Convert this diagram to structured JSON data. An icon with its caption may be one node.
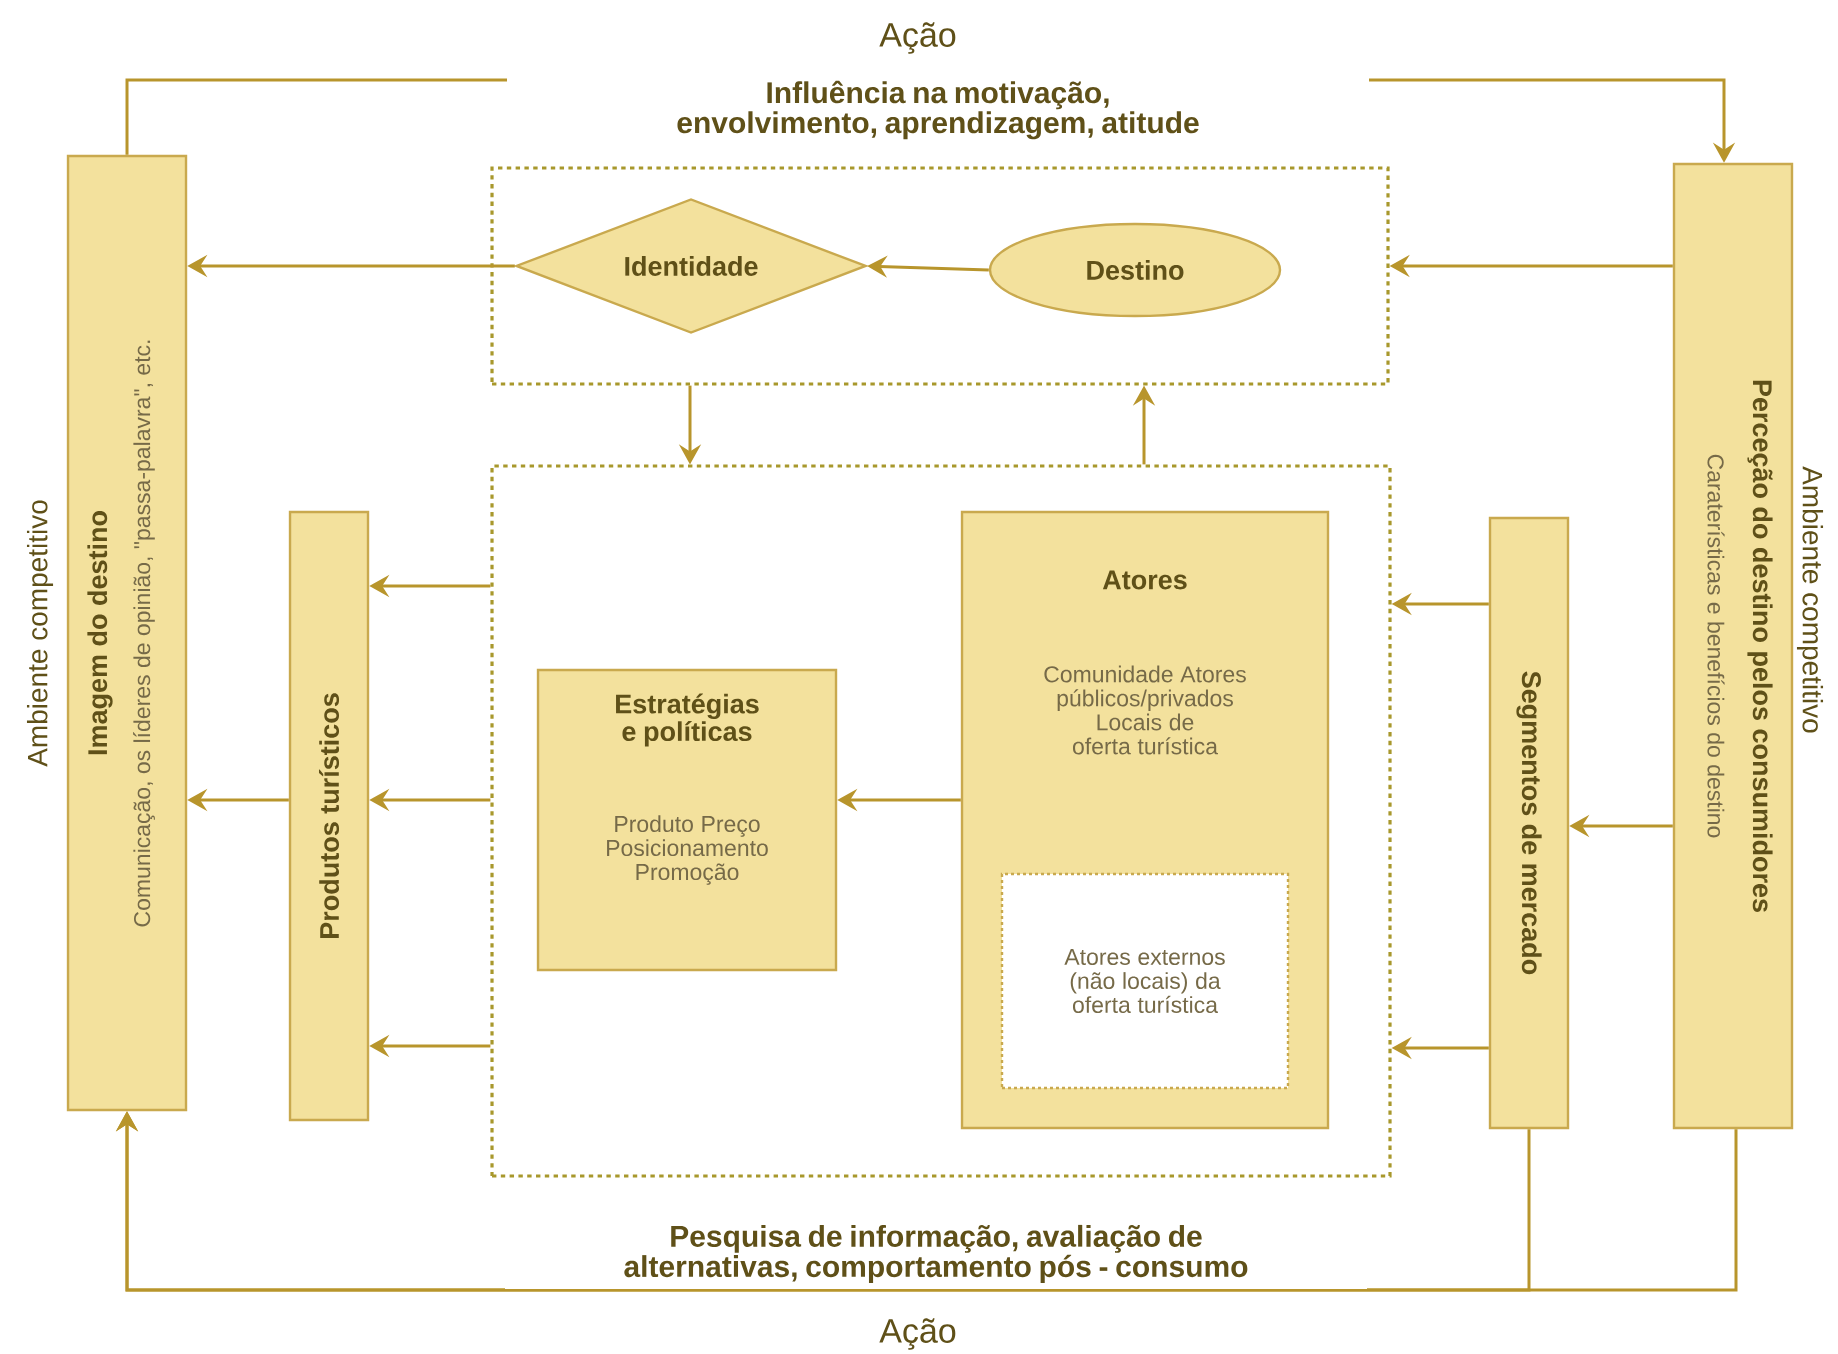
{
  "diagram": {
    "nodes": [
      {
        "text": [
          "Imagem do destino",
          "Comunicação, os líderes de opinião, \"passa-palavra\", etc."
        ],
        "beside": [
          "Ambiente competitivo"
        ]
      },
      {
        "text": [],
        "shape": "box"
      },
      {
        "text": [
          "Identidade"
        ],
        "in": 1
      },
      {
        "text": [
          "Destino"
        ],
        "in": 1
      },
      {
        "text": [],
        "shape": "box"
      },
      {
        "text": [
          "Produtos turísticos"
        ]
      },
      {
        "text": [
          "Estratégias e políticas",
          "Produto Preço Posicionamento Promoção"
        ],
        "in": 4
      },
      {
        "text": [
          "Atores",
          "Comunidade Atores públicos/privados Locais de oferta turística"
        ],
        "in": 4
      },
      {
        "text": [
          "Atores externos (não locais) da oferta turística"
        ],
        "in": 7
      },
      {
        "text": [
          "Segmentos de mercado"
        ]
      },
      {
        "text": [
          "Perceção do destino pelos consumidores",
          "Caraterísticas e benefícios do destino"
        ],
        "beside": [
          "Ambiente competitivo"
        ]
      }
    ],
    "edges": [
      {
        "from": 0,
        "to": 10,
        "arrow": "to",
        "label": "Influência na motivação, envolvimento, aprendizagem, atitude"
      },
      {
        "from": 10,
        "to": 1,
        "arrow": "to"
      },
      {
        "from": 3,
        "to": 2,
        "arrow": "to"
      },
      {
        "from": 2,
        "to": 0,
        "arrow": "to"
      },
      {
        "from": 1,
        "to": 4,
        "arrow": "to"
      },
      {
        "from": 4,
        "to": 1,
        "arrow": "to"
      },
      {
        "from": 7,
        "to": 6,
        "arrow": "to"
      },
      {
        "from": 4,
        "to": 5,
        "arrow": "to"
      },
      {
        "from": 4,
        "to": 5,
        "arrow": "to"
      },
      {
        "from": 4,
        "to": 5,
        "arrow": "to"
      },
      {
        "from": 5,
        "to": 0,
        "arrow": "to"
      },
      {
        "from": 9,
        "to": 4,
        "arrow": "to"
      },
      {
        "from": 9,
        "to": 4,
        "arrow": "to"
      },
      {
        "from": 10,
        "to": 9,
        "arrow": "to"
      },
      {
        "from": 9,
        "to": 0,
        "arrow": "to",
        "label": "Pesquisa de informação, avaliação de alternativas, comportamento pós - consumo"
      },
      {
        "from": 10,
        "to": 0,
        "arrow": "to"
      }
    ],
    "labels": [
      "Ação",
      "Ação"
    ]
  }
}
